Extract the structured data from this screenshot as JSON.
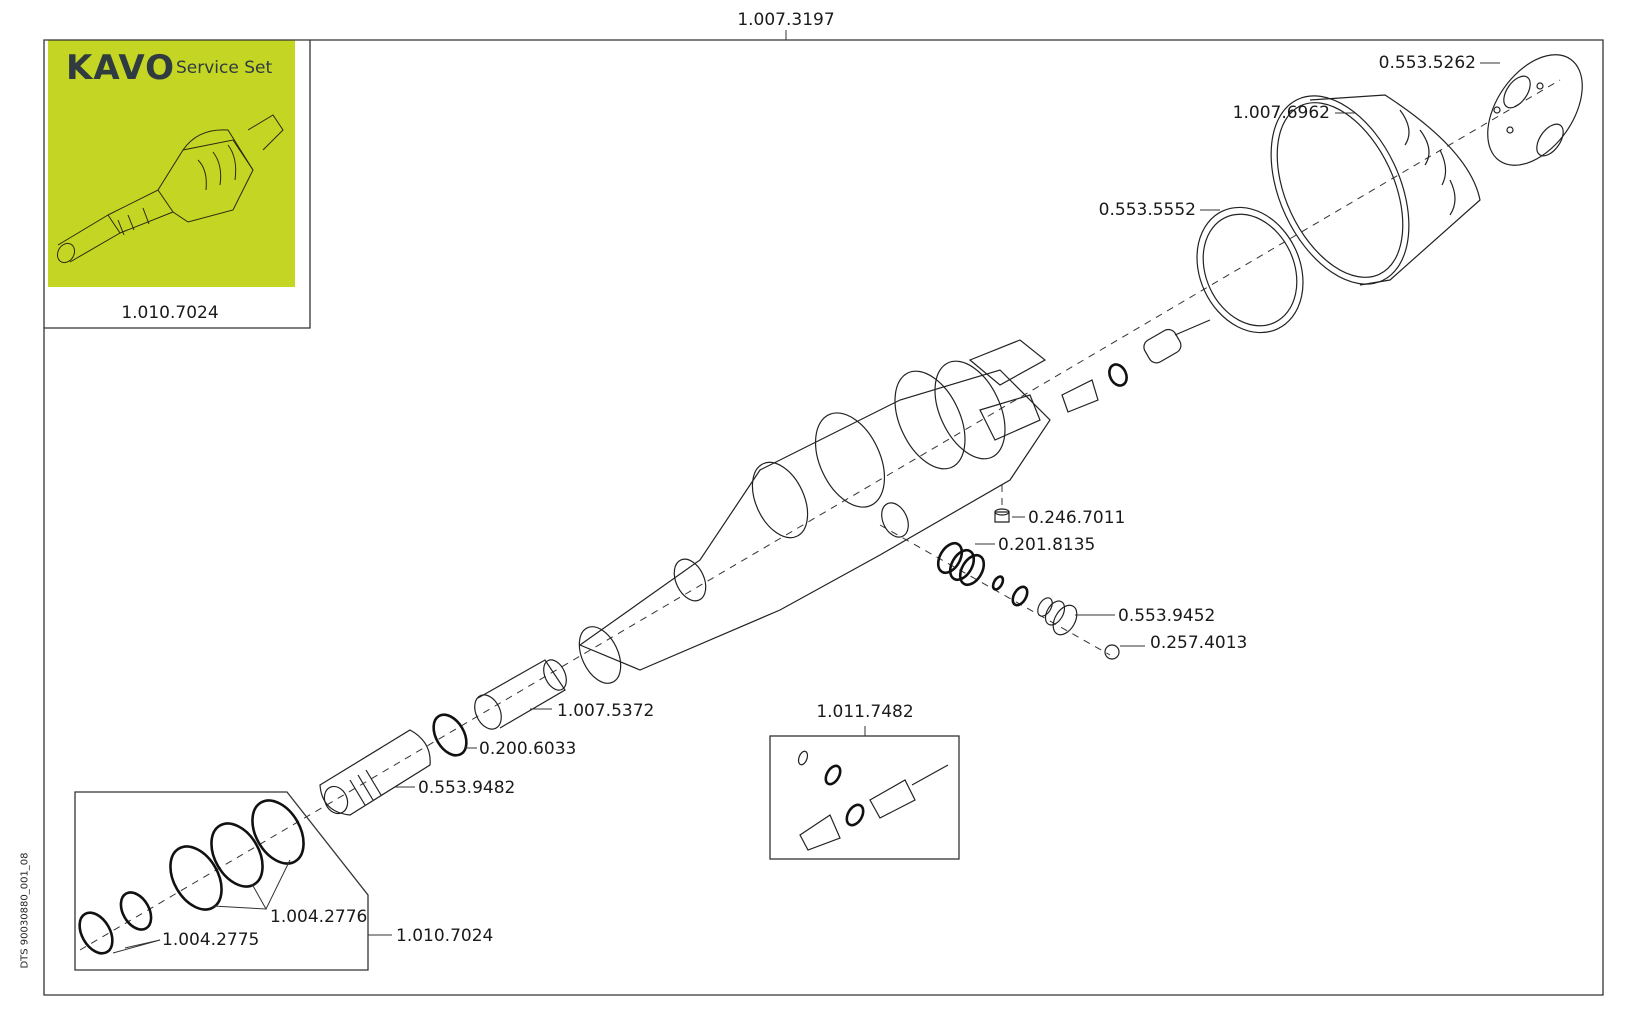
{
  "logo_panel": {
    "brand": "KAVO",
    "subtitle": "Service Set",
    "part_number": "1.010.7024",
    "background_color": "#c4d524"
  },
  "document_code": "DTS 90030880_001_08",
  "assembly": {
    "main_part_number": "1.007.3197"
  },
  "part_labels": {
    "ring_plate": "0.553.5262",
    "grip_sleeve": "1.007.6962",
    "clamp_ring": "0.553.5552",
    "pin": "0.246.7011",
    "orings_set": "0.201.8135",
    "valve_insert": "0.553.9452",
    "ball": "0.257.4013",
    "light_adapter": "1.007.5372",
    "oring_small": "0.200.6033",
    "bulb_holder": "0.553.9482",
    "kit_box": "1.011.7482",
    "orings_large": "1.004.2776",
    "orings_small": "1.004.2775",
    "service_set": "1.010.7024"
  }
}
